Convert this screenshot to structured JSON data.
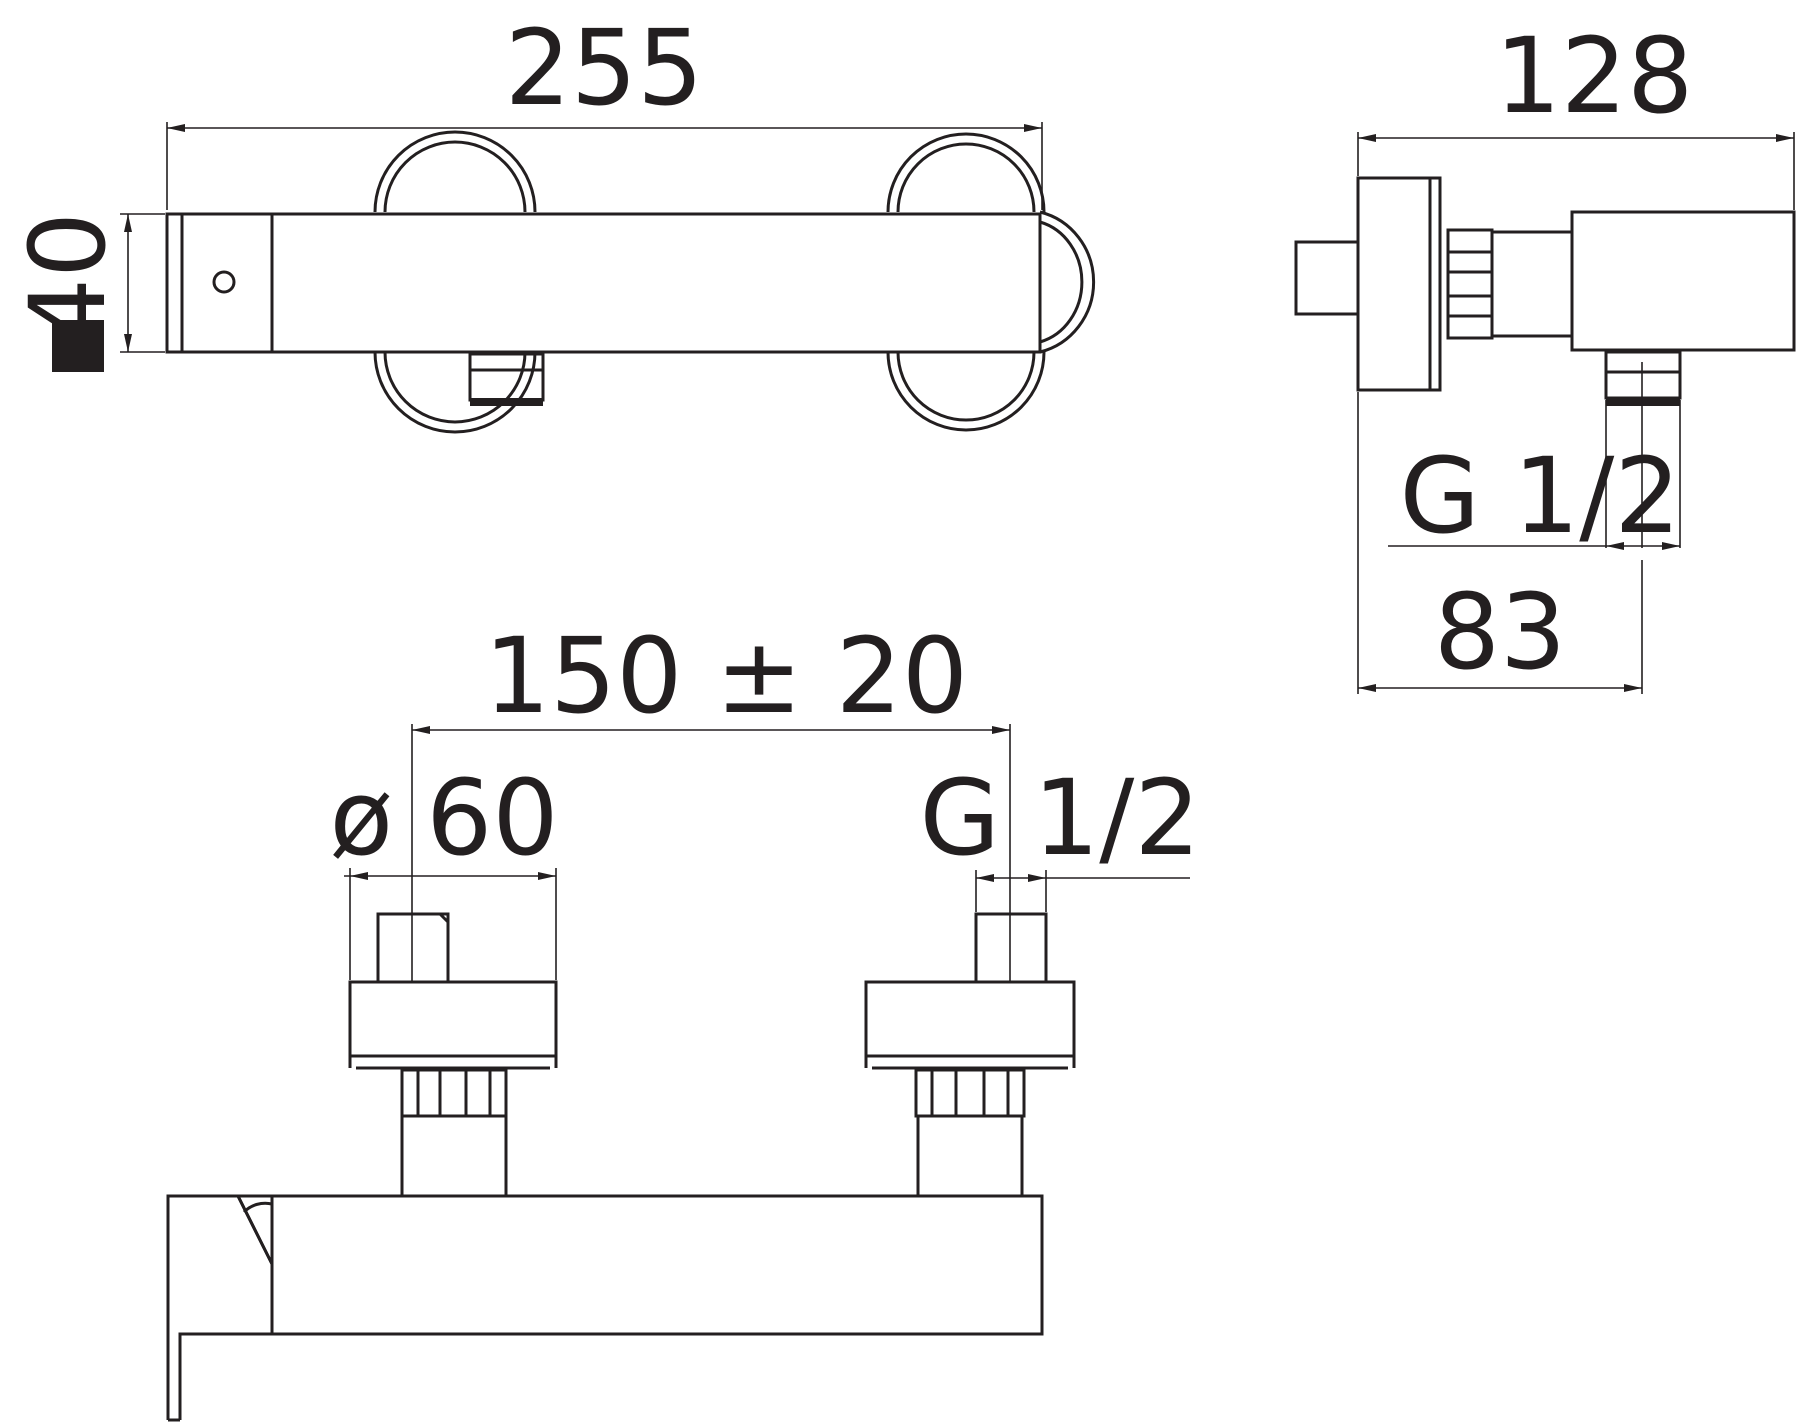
{
  "drawing": {
    "top_view": {
      "width_label": "255",
      "square_symbol": "■",
      "height_label": "40"
    },
    "side_view": {
      "depth_label": "128",
      "thread_label": "G 1/2",
      "offset_label": "83"
    },
    "front_view": {
      "spacing_label": "150 ± 20",
      "diameter_label": "ø 60",
      "thread_label": "G 1/2"
    },
    "colors": {
      "line": "#231f20",
      "background": "#ffffff"
    }
  }
}
